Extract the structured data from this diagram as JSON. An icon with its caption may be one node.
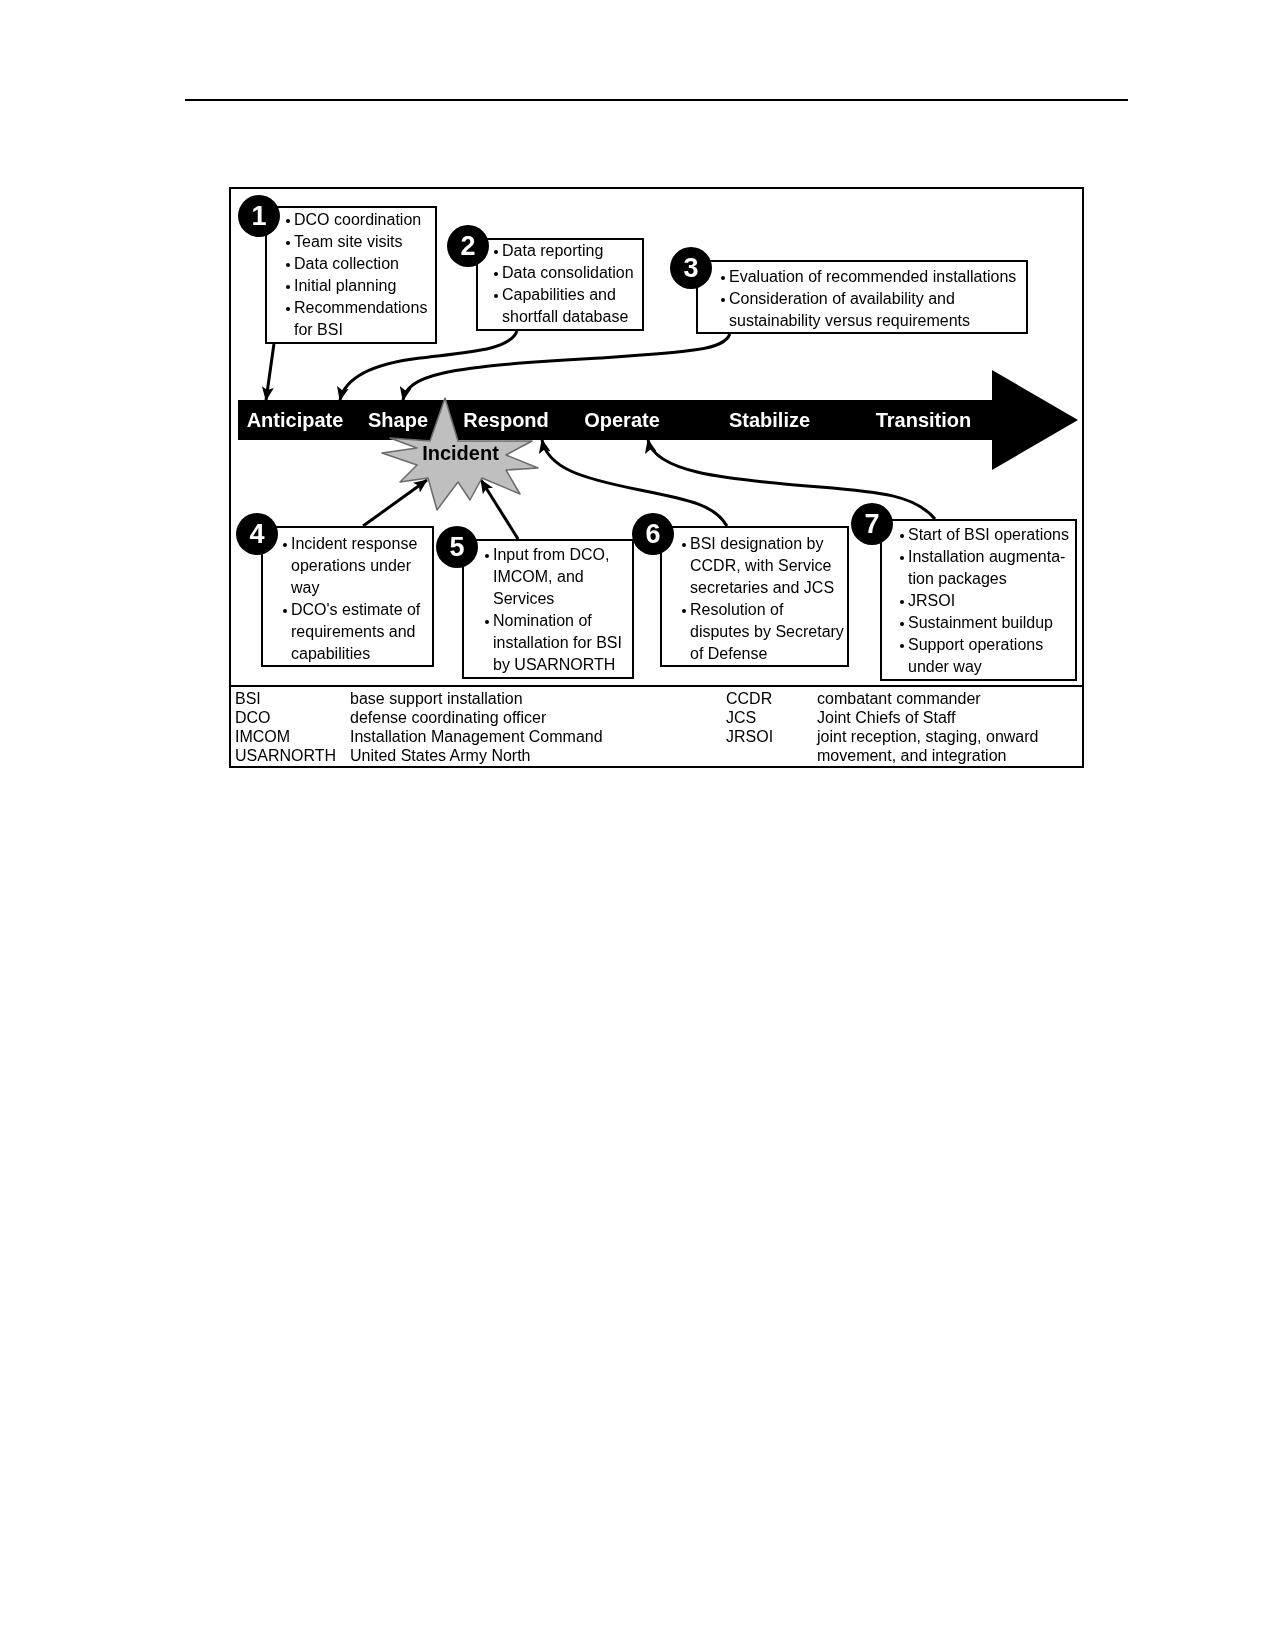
{
  "diagram": {
    "nodes": [
      {
        "text": [
          "DCO coordination",
          "Team site visits",
          "Data collection",
          "Initial planning",
          "Recommendations for BSI"
        ],
        "beside": [
          "1"
        ]
      },
      {
        "text": [
          "Data reporting",
          "Data consolidation",
          "Capabilities and shortfall database"
        ],
        "beside": [
          "2"
        ]
      },
      {
        "text": [
          "Evaluation of recommended installations",
          "Consideration of availability and sustainability versus requirements"
        ],
        "beside": [
          "3"
        ]
      },
      {
        "text": [],
        "shape": "arrow"
      },
      {
        "text": [
          "Anticipate"
        ],
        "in": 3
      },
      {
        "text": [
          "Shape"
        ],
        "in": 3
      },
      {
        "text": [
          "Respond"
        ],
        "in": 3
      },
      {
        "text": [
          "Operate"
        ],
        "in": 3
      },
      {
        "text": [
          "Stabilize"
        ],
        "in": 3
      },
      {
        "text": [
          "Transition"
        ],
        "in": 3
      },
      {
        "text": [
          "Incident"
        ]
      },
      {
        "text": [
          "Incident response operations under way",
          "DCO's estimate of requirements and capabilities"
        ],
        "beside": [
          "4"
        ]
      },
      {
        "text": [
          "Input from DCO, IMCOM, and Services",
          "Nomination of installation for BSI by USARNORTH"
        ],
        "beside": [
          "5"
        ]
      },
      {
        "text": [
          "BSI designation by CCDR, with Service secretaries and JCS",
          "Resolution of disputes by Secretary of Defense"
        ],
        "beside": [
          "6"
        ]
      },
      {
        "text": [
          "Start of BSI operations",
          "Installation augmenta- tion packages",
          "JRSOI",
          "Sustainment buildup",
          "Support operations under way"
        ],
        "beside": [
          "7"
        ]
      }
    ],
    "edges": [
      {
        "from": 0,
        "to": 4,
        "arrow": "to"
      },
      {
        "from": 1,
        "to": 4,
        "arrow": "to"
      },
      {
        "from": 2,
        "to": 5,
        "arrow": "to"
      },
      {
        "from": 11,
        "to": 10,
        "arrow": "to"
      },
      {
        "from": 12,
        "to": 10,
        "arrow": "to"
      },
      {
        "from": 13,
        "to": 6,
        "arrow": "to"
      },
      {
        "from": 14,
        "to": 7,
        "arrow": "to"
      }
    ],
    "labels": [
      "BSI",
      "base support installation",
      "CCDR",
      "combatant commander",
      "DCO",
      "defense coordinating officer",
      "JCS",
      "Joint Chiefs of Staff",
      "IMCOM",
      "Installation Management Command",
      "JRSOI",
      "joint reception, staging, onward movement, and integration",
      "USARNORTH",
      "United States Army North"
    ]
  }
}
